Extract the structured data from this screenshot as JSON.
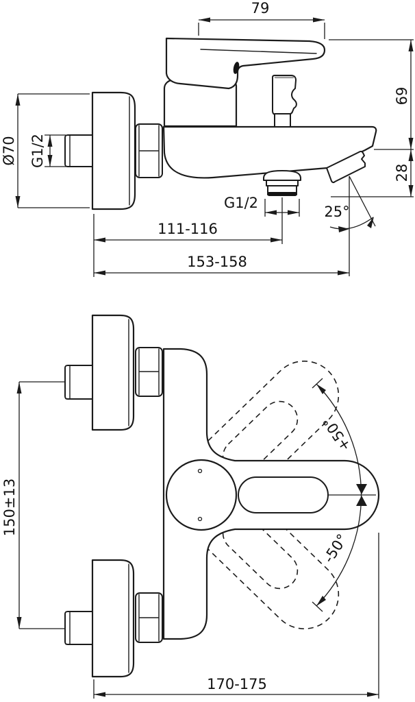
{
  "side_view": {
    "lever_top_length": "79",
    "height_to_spout": "69",
    "spout_drop": "28",
    "flange_diameter": "Ø70",
    "inlet_thread": "G1/2",
    "shower_outlet_thread": "G1/2",
    "wall_to_shower_outlet": "111-116",
    "wall_to_spout_tip": "153-158",
    "spout_angle": "25°"
  },
  "plan_view": {
    "inlet_centre_spacing": "150±13",
    "lever_swing_positive": "+50°",
    "lever_swing_negative": "-50°",
    "overall_width": "170-175"
  }
}
